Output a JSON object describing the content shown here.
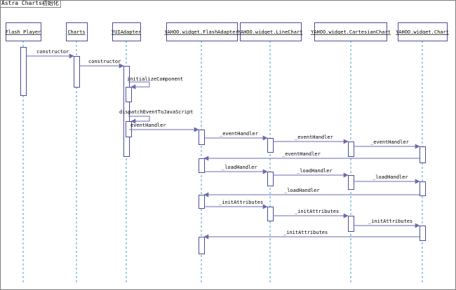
{
  "frame": {
    "title": "Astra Charts初始化"
  },
  "participants": [
    {
      "id": "flash",
      "label": "Flash Player"
    },
    {
      "id": "charts",
      "label": "Charts"
    },
    {
      "id": "yuiadapter",
      "label": "YUIAdapter"
    },
    {
      "id": "flashadapter",
      "label": "YAHOO.widget.FlashAdapter"
    },
    {
      "id": "linechart",
      "label": "YAHOO.widget.LineChart"
    },
    {
      "id": "cartesian",
      "label": "YAHOO.widget.CartesianChart"
    },
    {
      "id": "chart",
      "label": "YAHOO.widget.Chart"
    }
  ],
  "messages": [
    {
      "from": "flash",
      "to": "charts",
      "label": "constructor"
    },
    {
      "from": "charts",
      "to": "yuiadapter",
      "label": "constructor"
    },
    {
      "from": "yuiadapter",
      "to": "yuiadapter",
      "label": "initializeComponent"
    },
    {
      "from": "yuiadapter",
      "to": "yuiadapter",
      "label": "dispatchEventToJavaScript"
    },
    {
      "from": "yuiadapter",
      "to": "flashadapter",
      "label": "eventHandler"
    },
    {
      "from": "flashadapter",
      "to": "linechart",
      "label": "_eventHandler"
    },
    {
      "from": "linechart",
      "to": "cartesian",
      "label": "_eventHandler"
    },
    {
      "from": "cartesian",
      "to": "chart",
      "label": "_eventHandler"
    },
    {
      "from": "chart",
      "to": "flashadapter",
      "label": "_eventHandler"
    },
    {
      "from": "flashadapter",
      "to": "linechart",
      "label": "_loadHandler"
    },
    {
      "from": "linechart",
      "to": "cartesian",
      "label": "_loadHandler"
    },
    {
      "from": "cartesian",
      "to": "chart",
      "label": "_loadHandler"
    },
    {
      "from": "chart",
      "to": "flashadapter",
      "label": "_loadHandler"
    },
    {
      "from": "flashadapter",
      "to": "linechart",
      "label": "_initAttributes"
    },
    {
      "from": "linechart",
      "to": "cartesian",
      "label": "_initAttributes"
    },
    {
      "from": "cartesian",
      "to": "chart",
      "label": "_initAttributes"
    },
    {
      "from": "chart",
      "to": "flashadapter",
      "label": "_initAttributes"
    }
  ],
  "colors": {
    "participant_border": "#4a4a9a",
    "participant_fill": "#ffffff",
    "lifeline": "#3f9fcf",
    "activation_fill": "#ffffff",
    "activation_border": "#4a4a9a",
    "arrow": "#6a6ab0",
    "text": "#000000",
    "frame_border": "#7f7f7f"
  }
}
